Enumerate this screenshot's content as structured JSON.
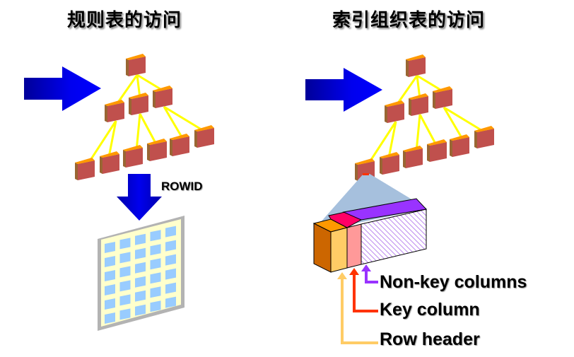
{
  "titles": {
    "left": "规则表的访问",
    "right": "索引组织表的访问"
  },
  "left_diagram": {
    "rowid_label": "ROWID",
    "tree_levels": [
      1,
      3,
      6
    ],
    "table_grid": {
      "rows": 6,
      "columns": 5
    }
  },
  "right_diagram": {
    "tree_levels": [
      1,
      3,
      6
    ],
    "row_segments": [
      {
        "name": "Row header",
        "color": "#FFCC66"
      },
      {
        "name": "Key column",
        "color": "#FF9999"
      },
      {
        "name": "Non-key columns",
        "color": "#9933FF"
      }
    ],
    "callouts": {
      "non_key": "Non-key columns",
      "key": "Key column",
      "row_header": "Row header"
    }
  },
  "colors": {
    "arrow_blue": "#0000EE",
    "block_face": "#C0504D",
    "block_top": "#FF9900",
    "block_side": "#996633",
    "tree_line": "#FFFF00",
    "row_header_arrow": "#FFCC66",
    "key_arrow": "#FF3300",
    "nonkey_arrow": "#9933FF"
  }
}
